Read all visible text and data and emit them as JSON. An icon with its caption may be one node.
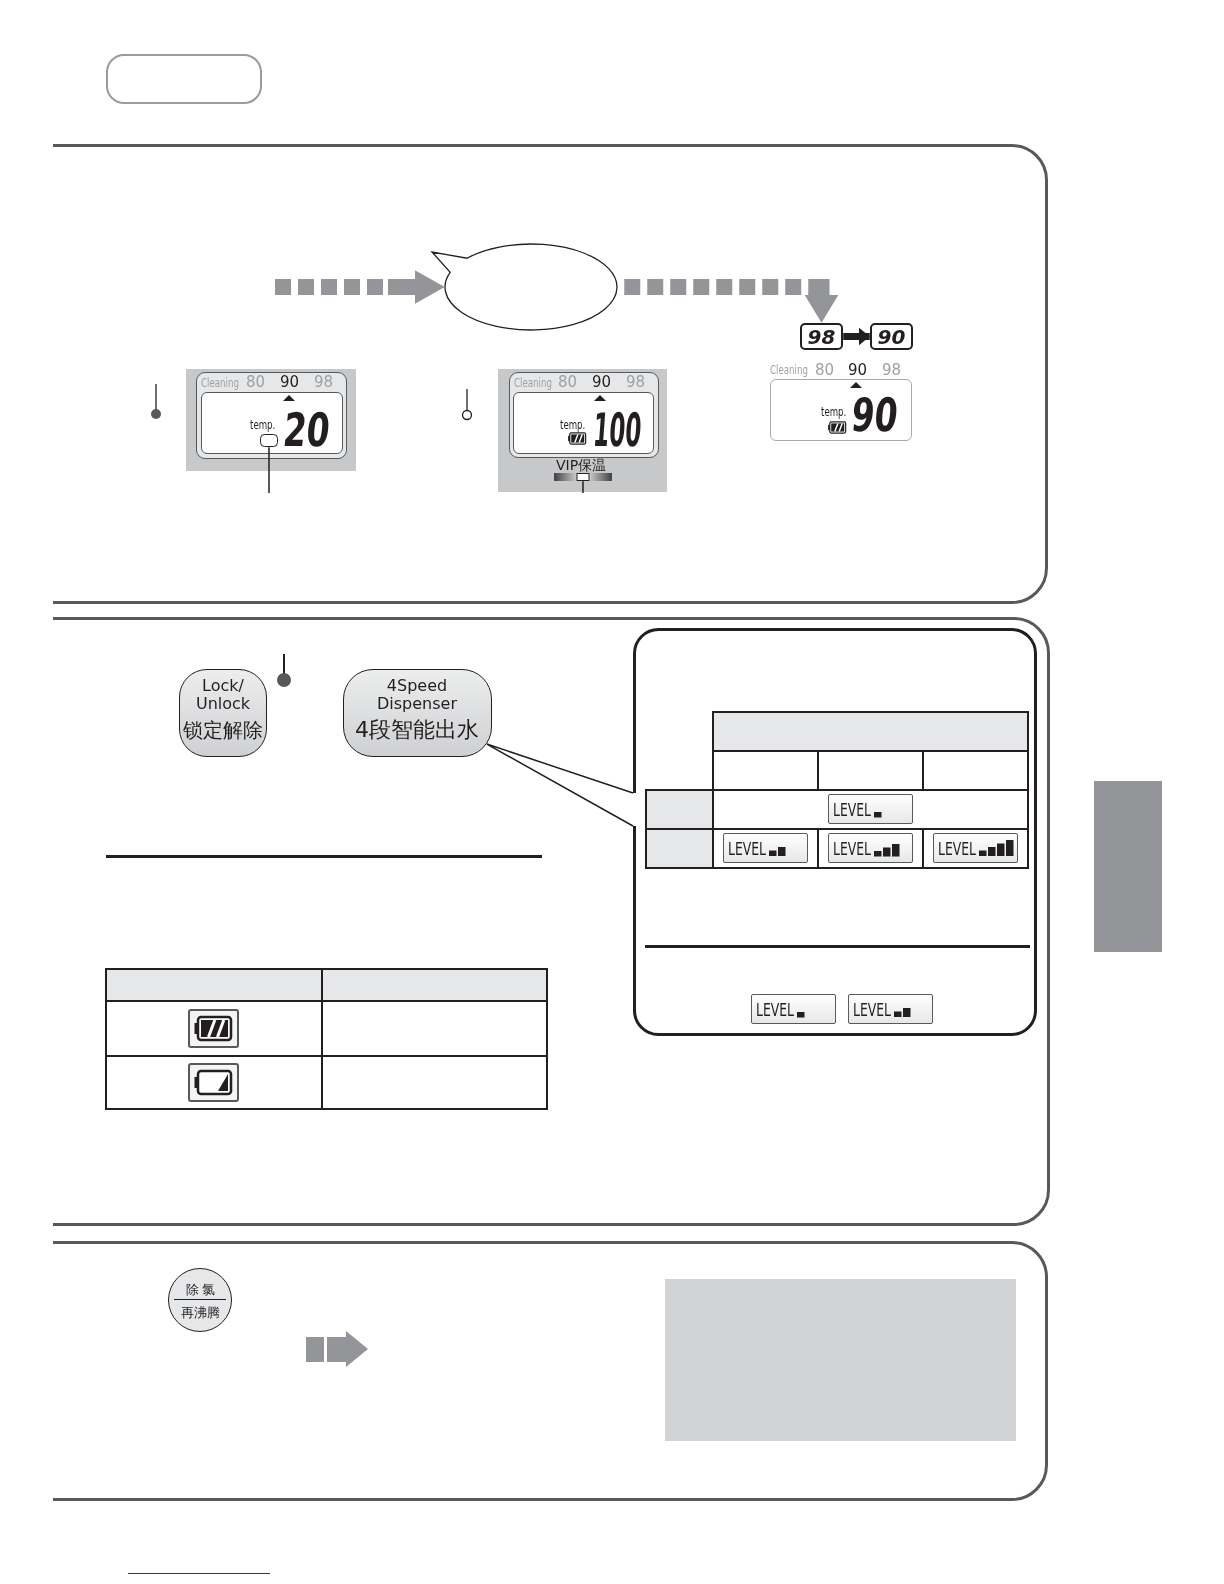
{
  "diagram": {
    "nodes": [
      {
        "text": [],
        "shape": "bubble"
      },
      {
        "text": [
          "98"
        ]
      },
      {
        "text": [
          "90"
        ]
      },
      {
        "text": [
          "Cleaning",
          "80",
          "90",
          "98",
          "temp.",
          "20"
        ]
      },
      {
        "text": [],
        "shape": "box",
        "in": 3
      },
      {
        "text": [
          "Cleaning",
          "80",
          "90",
          "98",
          "temp.",
          "100",
          "VIP保温"
        ]
      },
      {
        "text": [],
        "shape": "bar",
        "in": 5
      },
      {
        "text": [
          "Cleaning",
          "80",
          "90",
          "98",
          "temp.",
          "90"
        ]
      },
      {
        "text": [
          "Lock/ Unlock",
          "锁定解除"
        ]
      },
      {
        "text": [
          "4Speed Dispenser",
          "4段智能出水"
        ]
      },
      {
        "text": [],
        "shape": "box"
      },
      {
        "text": [
          "LEVEL"
        ],
        "in": 10
      },
      {
        "text": [
          "LEVEL"
        ],
        "in": 10
      },
      {
        "text": [
          "LEVEL"
        ],
        "in": 10
      },
      {
        "text": [
          "LEVEL"
        ],
        "in": 10
      },
      {
        "text": [
          "LEVEL"
        ],
        "in": 10
      },
      {
        "text": [
          "LEVEL"
        ],
        "in": 10
      },
      {
        "text": [],
        "shape": "box"
      },
      {
        "text": [
          "除氯",
          "再沸腾"
        ]
      }
    ],
    "edges": [
      {
        "from": null,
        "to": 0,
        "arrow": "to",
        "style": "dashed",
        "color": "#939598"
      },
      {
        "from": 0,
        "to": 1,
        "arrow": "to",
        "style": "dashed",
        "color": "#939598"
      },
      {
        "from": 1,
        "to": 2,
        "arrow": "to",
        "style": "thick"
      },
      {
        "from": null,
        "to": 4,
        "arrow": "none"
      },
      {
        "from": null,
        "to": 6,
        "arrow": "none"
      },
      {
        "from": 9,
        "to": 10,
        "arrow": "none"
      }
    ]
  }
}
